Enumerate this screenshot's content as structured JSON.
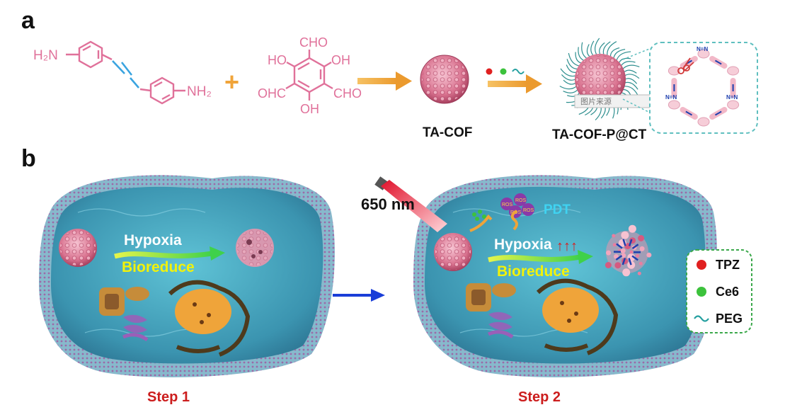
{
  "panels": {
    "a": "a",
    "b": "b"
  },
  "chem": {
    "h2n": "H₂N",
    "nh2": "NH₂",
    "cho_top": "CHO",
    "ho_left": "HO",
    "oh_right": "OH",
    "ohc_left": "OHC",
    "cho_right": "CHO",
    "oh_bottom": "OH",
    "plus": "+",
    "azo_n": "N=N"
  },
  "captions": {
    "tacof": "TA-COF",
    "tacof_p": "TA-COF-P@CT"
  },
  "watermark": "图片来源",
  "cell1": {
    "hypoxia": "Hypoxia",
    "bioreduce": "Bioreduce",
    "step": "Step 1"
  },
  "cell2": {
    "laser": "650 nm",
    "pdt": "PDT",
    "hypoxia": "Hypoxia",
    "up_arrows": "↑↑↑",
    "bioreduce": "Bioreduce",
    "ros": "ROS",
    "step": "Step 2"
  },
  "legend": {
    "items": [
      {
        "label": "TPZ",
        "color": "#e02020",
        "kind": "dot"
      },
      {
        "label": "Ce6",
        "color": "#3cc23c",
        "kind": "dot"
      },
      {
        "label": "PEG",
        "color": "#25a0a0",
        "kind": "wave"
      }
    ]
  },
  "colors": {
    "pink": "#e0719a",
    "orange_arrow": "#f0a43a",
    "blue_arrow": "#1a3ed8",
    "cyan_dash": "#5fbfbf",
    "green_dash": "#3aa84a",
    "cell_blue": "#3f9fb8",
    "step_red": "#cc1d1d"
  }
}
